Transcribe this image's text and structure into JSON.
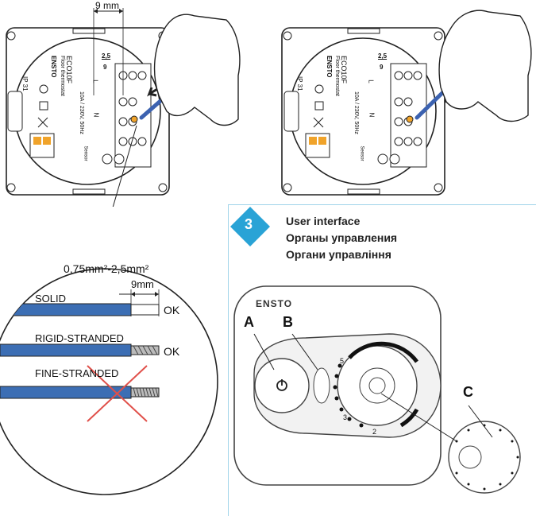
{
  "top_dimension": "9 mm",
  "device": {
    "brand": "ENSTO",
    "model": "ECO10F",
    "description": "Floor thermostat",
    "rating": "10A / 230V, 50Hz",
    "ip": "IP 31",
    "torque": "2,5",
    "strip": "9",
    "sensor_label": "Sensor",
    "terminal_L": "L",
    "terminal_N": "N"
  },
  "wire_panel": {
    "cross_section": "0,75mm²-2,5mm²",
    "strip_length": "9mm",
    "rows": [
      {
        "label": "SOLID",
        "status": "OK"
      },
      {
        "label": "RIGID-STRANDED",
        "status": "OK"
      },
      {
        "label": "FINE-STRANDED",
        "status": ""
      }
    ]
  },
  "step3": {
    "number": "3",
    "titles": [
      "User interface",
      "Органы управления",
      "Органи управління"
    ],
    "brand": "ENSTO",
    "callouts": [
      "A",
      "B",
      "C"
    ],
    "dial_numbers": [
      "5",
      "3",
      "2"
    ],
    "colors": {
      "accent": "#29a3d6",
      "frame": "#9fd4ea"
    }
  }
}
